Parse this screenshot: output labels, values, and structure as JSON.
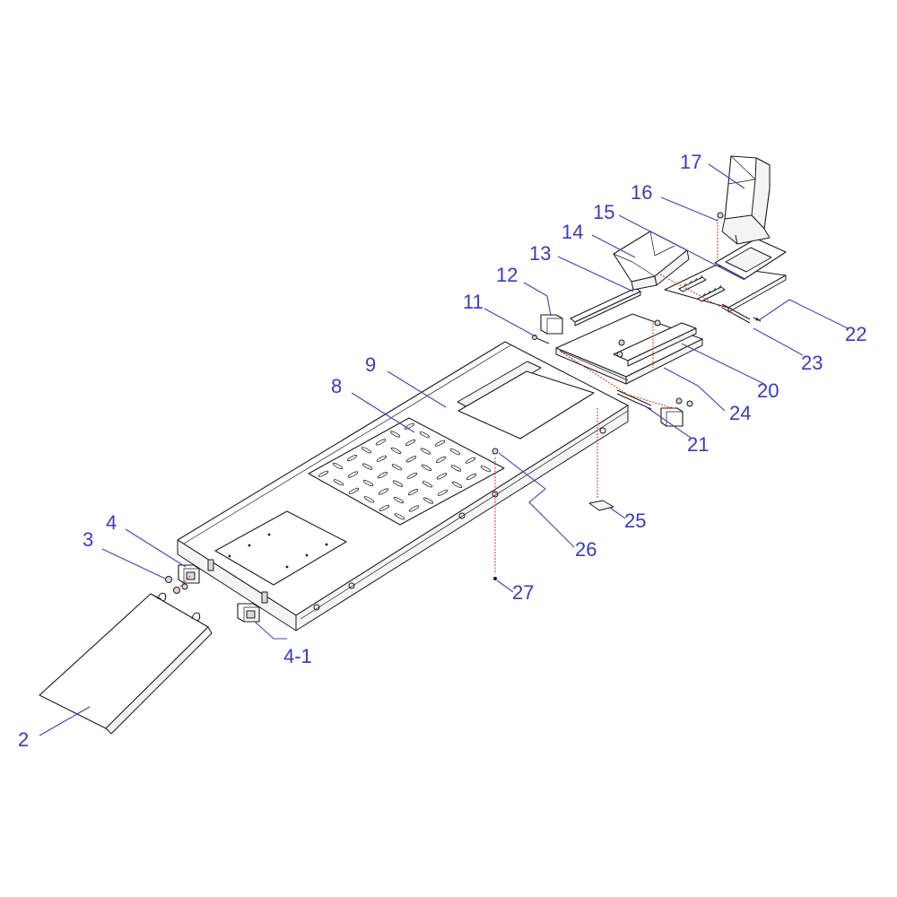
{
  "callouts": {
    "c2": "2",
    "c3": "3",
    "c4": "4",
    "c4_1": "4-1",
    "c8": "8",
    "c9": "9",
    "c11": "11",
    "c12": "12",
    "c13": "13",
    "c14": "14",
    "c15": "15",
    "c16": "16",
    "c17": "17",
    "c20": "20",
    "c21": "21",
    "c22": "22",
    "c23": "23",
    "c24": "24",
    "c25": "25",
    "c26": "26",
    "c27": "27"
  },
  "colors": {
    "callout_text": "#3a3ac4",
    "leader_line": "#4040c8",
    "assembly_axis": "#d03030",
    "linework": "#1a1a1a"
  }
}
